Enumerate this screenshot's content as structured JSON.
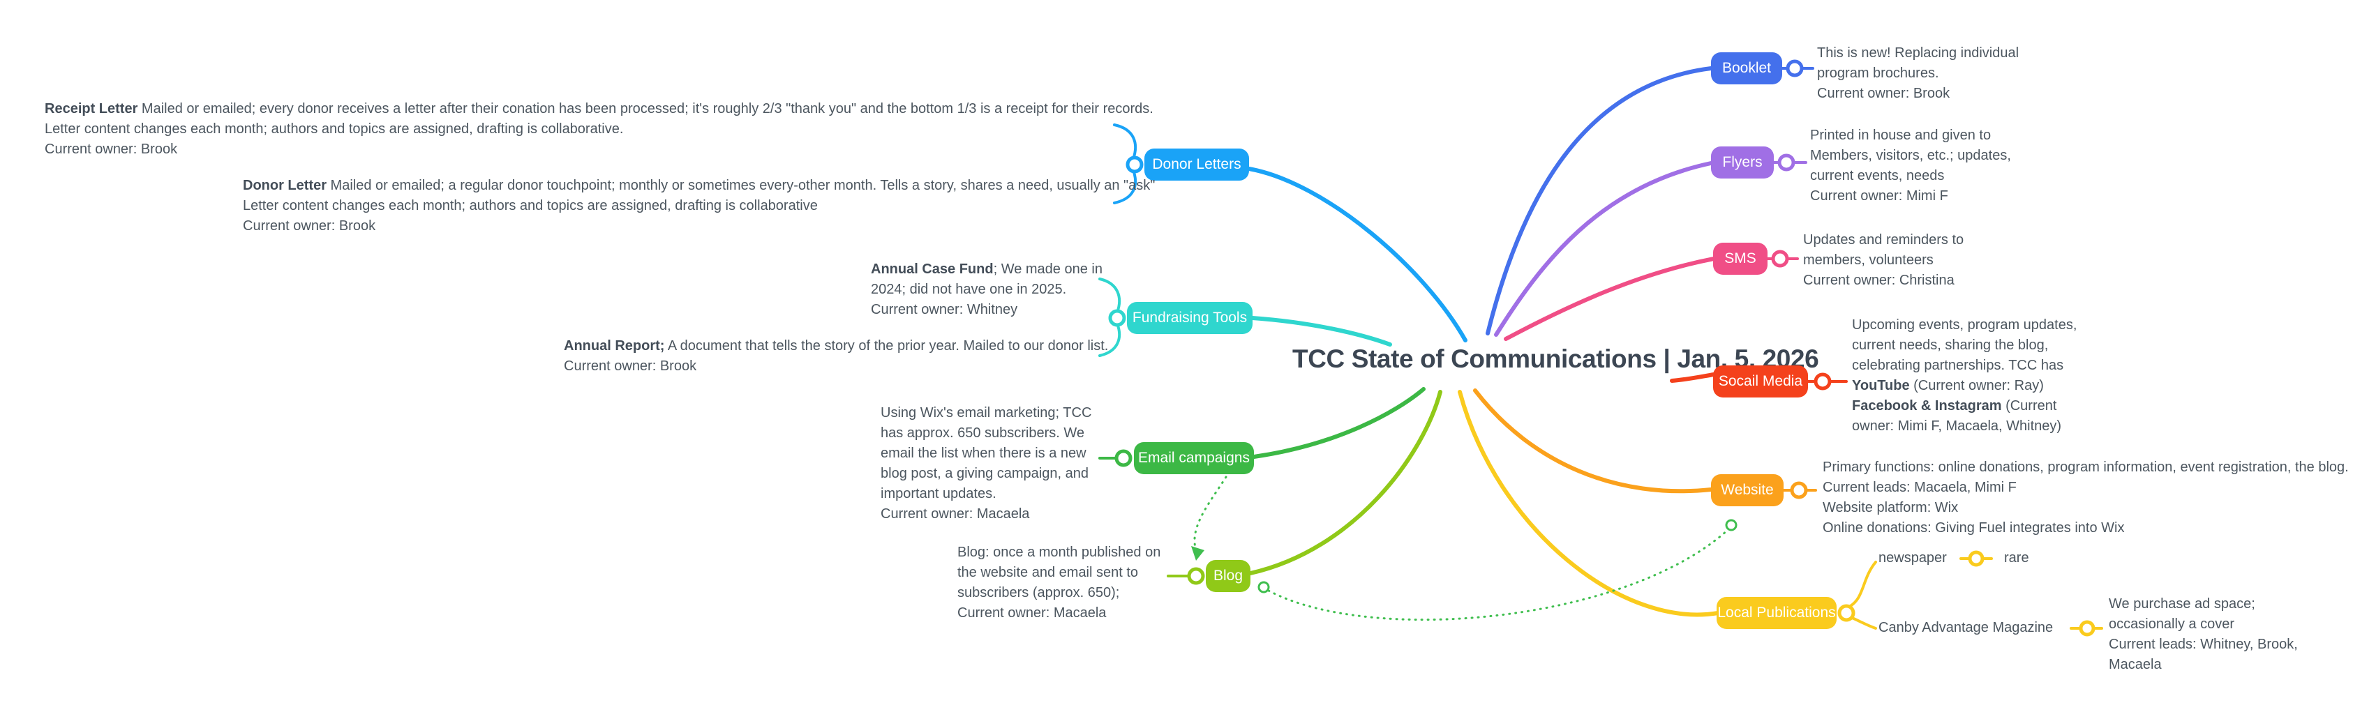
{
  "title": "TCC State of Communications | Jan. 5, 2026",
  "palette": {
    "donor_letters": "#1AA3F7",
    "fundraising_tools": "#2FD6CE",
    "email_campaigns": "#3CB845",
    "blog": "#90C918",
    "booklet": "#4470EC",
    "flyers": "#A06FE5",
    "sms": "#F04E86",
    "social_media": "#F4411C",
    "website": "#FBA11C",
    "local_publications": "#FACB1E",
    "relation_dotted": "#3FBE4E",
    "note_text": "#4C565F",
    "title_text": "#3C4653"
  },
  "branches": {
    "donor_letters": {
      "label": "Donor Letters"
    },
    "fundraising_tools": {
      "label": "Fundraising Tools"
    },
    "email_campaigns": {
      "label": "Email campaigns"
    },
    "blog": {
      "label": "Blog"
    },
    "booklet": {
      "label": "Booklet"
    },
    "flyers": {
      "label": "Flyers"
    },
    "sms": {
      "label": "SMS"
    },
    "social_media": {
      "label": "Socail Media"
    },
    "website": {
      "label": "Website"
    },
    "local_publications": {
      "label": "Local Publications"
    }
  },
  "notes": {
    "receipt_letter": {
      "bold": "Receipt Letter",
      "line1": " Mailed or emailed; every donor receives a letter after their conation has been processed; it's roughly 2/3 \"thank you\" and the bottom 1/3 is a receipt for their records.",
      "line2": "Letter content changes each month; authors and topics are assigned, drafting is collaborative.",
      "line3": "Current owner: Brook"
    },
    "donor_letter": {
      "bold": "Donor Letter",
      "line1": " Mailed or emailed; a regular donor touchpoint; monthly or sometimes every-other month. Tells a story, shares a need, usually an \"ask\"",
      "line2": "Letter content changes each month; authors and topics are assigned, drafting is collaborative",
      "line3": "Current owner: Brook"
    },
    "annual_case_fund": {
      "bold": "Annual Case Fund",
      "line1": "; We made one in",
      "line2": "2024; did not have one in 2025.",
      "line3": "Current owner: Whitney"
    },
    "annual_report": {
      "bold": "Annual Report;",
      "line1": " A document that tells the story of the prior year. Mailed to our donor list.",
      "line2": "Current owner: Brook"
    },
    "email_campaigns": {
      "lines": [
        "Using Wix's email marketing; TCC",
        "has approx. 650 subscribers. We",
        "email the list when there is a new",
        "blog post, a giving campaign, and",
        "important updates.",
        "Current owner: Macaela"
      ]
    },
    "blog": {
      "lines": [
        "Blog: once a month published on",
        "the website and email sent to",
        "subscribers (approx. 650);",
        "Current owner: Macaela"
      ]
    },
    "booklet": {
      "lines": [
        "This is new! Replacing individual",
        "program brochures.",
        "Current owner: Brook"
      ]
    },
    "flyers": {
      "lines": [
        "Printed in house and given to",
        "Members, visitors, etc.; updates,",
        "current events, needs",
        "Current owner: Mimi F"
      ]
    },
    "sms": {
      "lines": [
        "Updates and reminders to",
        "members, volunteers",
        "Current owner: Christina"
      ]
    },
    "social_media": {
      "line1": "Upcoming events, program updates,",
      "line2": "current needs, sharing the blog,",
      "line3": "celebrating partnerships. TCC has",
      "bold4": "YouTube",
      "line4": " (Current owner: Ray)",
      "bold5": "Facebook & Instagram",
      "line5": " (Current",
      "line6": "owner: Mimi F, Macaela, Whitney)"
    },
    "website": {
      "lines": [
        "Primary functions: online donations, program information, event registration, the blog.",
        "Current leads: Macaela, Mimi F",
        "Website platform: Wix",
        "Online donations: Giving Fuel integrates into Wix"
      ]
    },
    "canby": {
      "lines": [
        "We purchase ad space;",
        "occasionally a cover",
        "Current leads: Whitney, Brook,",
        "Macaela"
      ]
    }
  },
  "subtopics": {
    "newspaper": "newspaper",
    "newspaper_note": "rare",
    "canby_magazine": "Canby Advantage Magazine"
  }
}
